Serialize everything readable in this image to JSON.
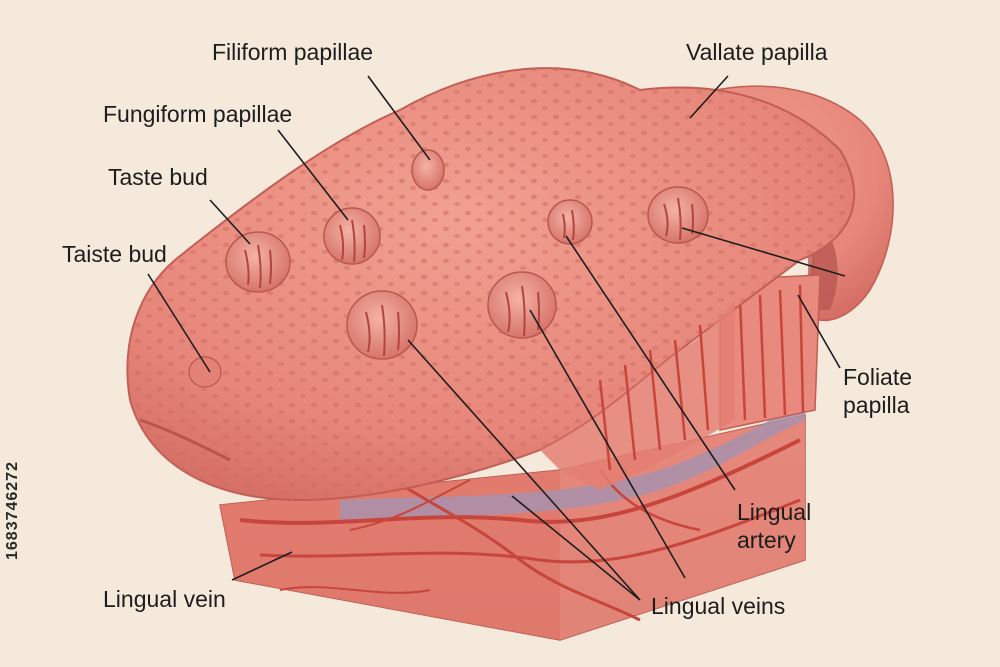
{
  "labels": {
    "filiform_papillae": "Filiform papillae",
    "vallate_papilla": "Vallate papilla",
    "fungiform_papillae": "Fungiform papillae",
    "taste_bud_1": "Taste bud",
    "taste_bud_2": "Taiste bud",
    "foliate_papilla_line1": "Foliate",
    "foliate_papilla_line2": "papilla",
    "lingual_artery_line1": "Lingual",
    "lingual_artery_line2": "artery",
    "lingual_vein": "Lingual vein",
    "lingual_veins": "Lingual veins"
  },
  "stock_id": "1683746272",
  "colors": {
    "background": "#f5e9dc",
    "tissue": "#e9877a",
    "tissue_dark": "#c8605a",
    "vessel": "#c8453c",
    "vein_band": "#9a8aa6",
    "leader_line": "#1d1d1d"
  }
}
